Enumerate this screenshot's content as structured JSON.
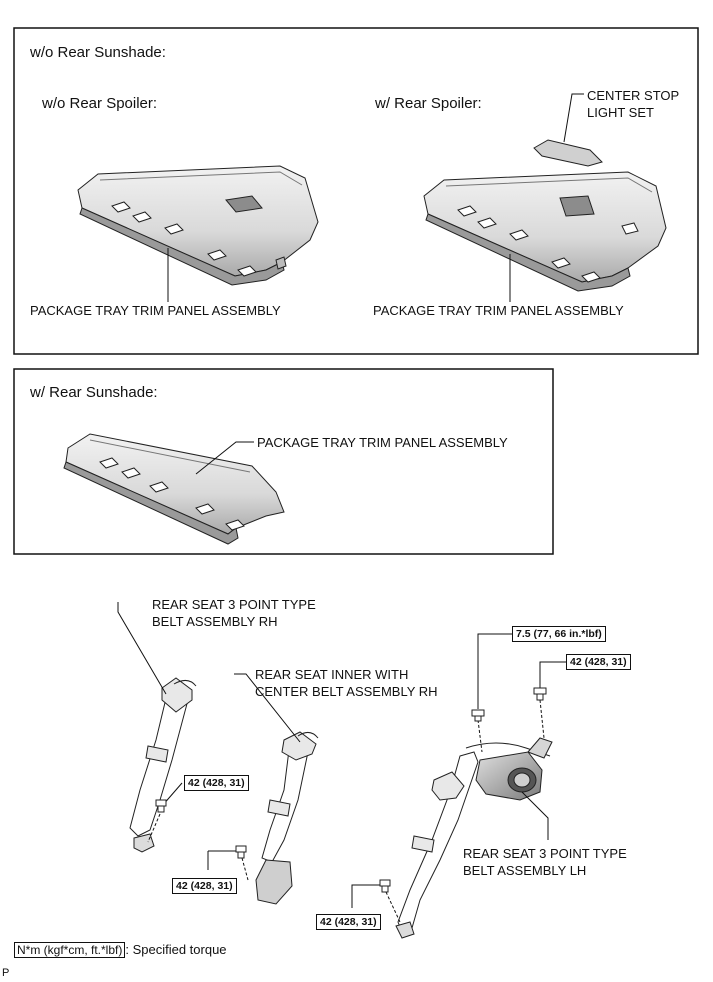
{
  "sections": {
    "wo_sunshade": {
      "title": "w/o Rear Sunshade:",
      "wo_spoiler": "w/o Rear Spoiler:",
      "w_spoiler": "w/ Rear Spoiler:",
      "center_stop_line1": "CENTER STOP",
      "center_stop_line2": "LIGHT SET",
      "panel_left": "PACKAGE TRAY TRIM PANEL ASSEMBLY",
      "panel_right": "PACKAGE TRAY TRIM PANEL ASSEMBLY"
    },
    "w_sunshade": {
      "title": "w/ Rear Sunshade:",
      "panel": "PACKAGE TRAY TRIM PANEL ASSEMBLY"
    }
  },
  "belts": {
    "rh_3point_line1": "REAR SEAT 3 POINT TYPE",
    "rh_3point_line2": "BELT ASSEMBLY RH",
    "inner_center_line1": "REAR SEAT INNER WITH",
    "inner_center_line2": "CENTER BELT ASSEMBLY RH",
    "lh_3point_line1": "REAR SEAT 3 POINT TYPE",
    "lh_3point_line2": "BELT ASSEMBLY LH"
  },
  "torques": {
    "t_small": "7.5 (77, 66 in.*lbf)",
    "t_retractor": "42 (428, 31)",
    "t_rh_belt": "42 (428, 31)",
    "t_center_belt": "42 (428, 31)",
    "t_lh_belt": "42 (428, 31)"
  },
  "legend": {
    "unit": "N*m (kgf*cm, ft.*lbf)",
    "desc": ": Specified torque"
  },
  "corner_mark": "P",
  "colors": {
    "ink": "#111111",
    "panel_fill": "#e6e6e6",
    "panel_shade": "#bdbdbd"
  }
}
